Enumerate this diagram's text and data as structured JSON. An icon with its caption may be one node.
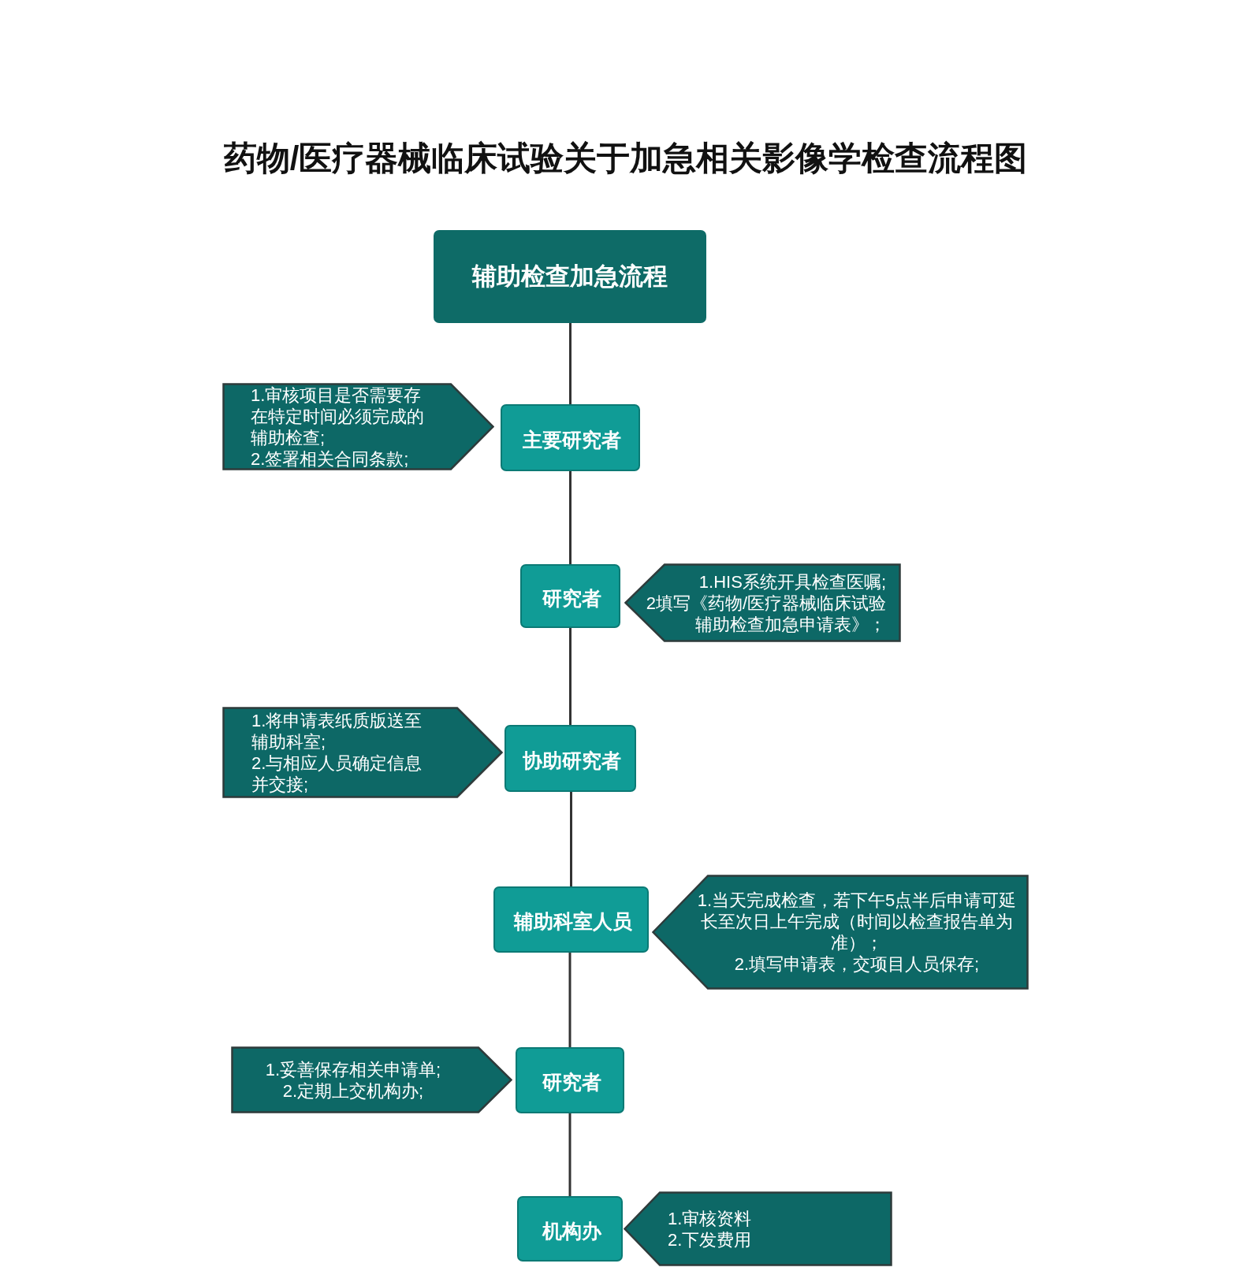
{
  "diagram": {
    "title": "药物/医疗器械临床试验关于加急相关影像学检查流程图",
    "nodes": [
      {
        "text": [
          "辅助检查加急流程"
        ]
      },
      {
        "text": [
          "1.审核项目是否需要存在特定时间必须完成的辅助检查;",
          "2.签署相关合同条款;"
        ]
      },
      {
        "text": [
          "主要研究者"
        ]
      },
      {
        "text": [
          "研究者"
        ]
      },
      {
        "text": [
          "1.HIS系统开具检查医嘱;",
          "2填写《药物/医疗器械临床试验辅助检查加急申请表》；"
        ]
      },
      {
        "text": [
          "1.将申请表纸质版送至辅助科室;",
          "2.与相应人员确定信息并交接;"
        ]
      },
      {
        "text": [
          "协助研究者"
        ]
      },
      {
        "text": [
          "辅助科室人员"
        ]
      },
      {
        "text": [
          "1.当天完成检查，若下午5点半后申请可延长至次日上午完成（时间以检查报告单为准）；",
          "2.填写申请表，交项目人员保存;"
        ]
      },
      {
        "text": [
          "1.妥善保存相关申请单;",
          "2.定期上交机构办;"
        ]
      },
      {
        "text": [
          "研究者"
        ]
      },
      {
        "text": [
          "机构办"
        ]
      },
      {
        "text": [
          "1.审核资料",
          "2.下发费用"
        ]
      }
    ],
    "edges": [
      {
        "from": 0,
        "to": 2,
        "arrow": "none"
      },
      {
        "from": 2,
        "to": 3,
        "arrow": "none"
      },
      {
        "from": 3,
        "to": 6,
        "arrow": "none"
      },
      {
        "from": 6,
        "to": 7,
        "arrow": "none"
      },
      {
        "from": 7,
        "to": 10,
        "arrow": "none"
      },
      {
        "from": 10,
        "to": 11,
        "arrow": "none"
      }
    ]
  }
}
